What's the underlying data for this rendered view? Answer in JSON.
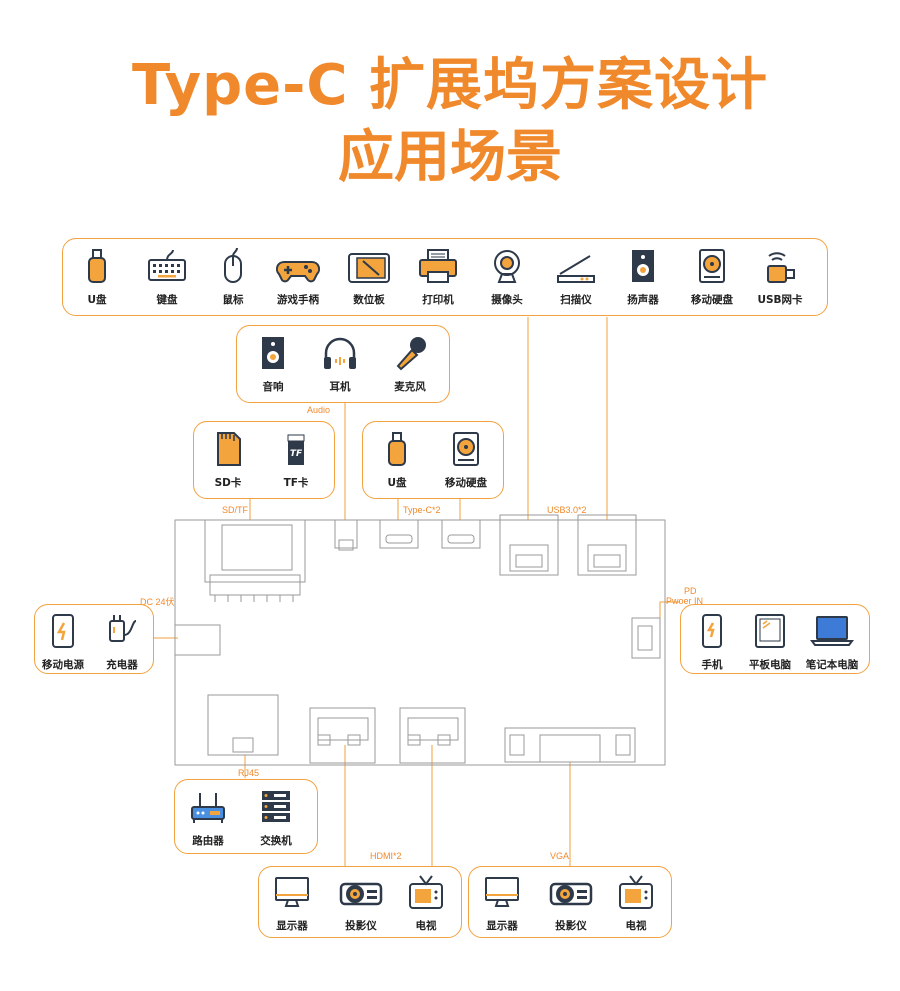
{
  "title": {
    "line1": "Type-C 扩展坞方案设计",
    "line2": "应用场景"
  },
  "colors": {
    "accent": "#f0892b",
    "border": "#f2a23f",
    "dark": "#2e3a4a",
    "gold": "#f3a43c"
  },
  "usb_devices": [
    "U盘",
    "键盘",
    "鼠标",
    "游戏手柄",
    "数位板",
    "打印机",
    "摄像头",
    "扫描仪",
    "扬声器",
    "移动硬盘",
    "USB网卡"
  ],
  "audio_devices": [
    "音响",
    "耳机",
    "麦克风"
  ],
  "sd_devices": [
    "SD卡",
    "TF卡"
  ],
  "typec_devices": [
    "U盘",
    "移动硬盘"
  ],
  "dc_devices": [
    "移动电源",
    "充电器"
  ],
  "pd_devices": [
    "手机",
    "平板电脑",
    "笔记本电脑"
  ],
  "rj45_devices": [
    "路由器",
    "交换机"
  ],
  "hdmi_devices": [
    "显示器",
    "投影仪",
    "电视"
  ],
  "vga_devices": [
    "显示器",
    "投影仪",
    "电视"
  ],
  "tf_icon_text": "TF",
  "captions": {
    "audio": "Audio",
    "sdtf": "SD/TF",
    "typec": "Type-C*2",
    "usb3": "USB3.0*2",
    "dc": "DC 24伏",
    "pd1": "PD",
    "pd2": "Pwoer IN",
    "rj45": "RJ45",
    "hdmi": "HDMI*2",
    "vga": "VGA"
  }
}
